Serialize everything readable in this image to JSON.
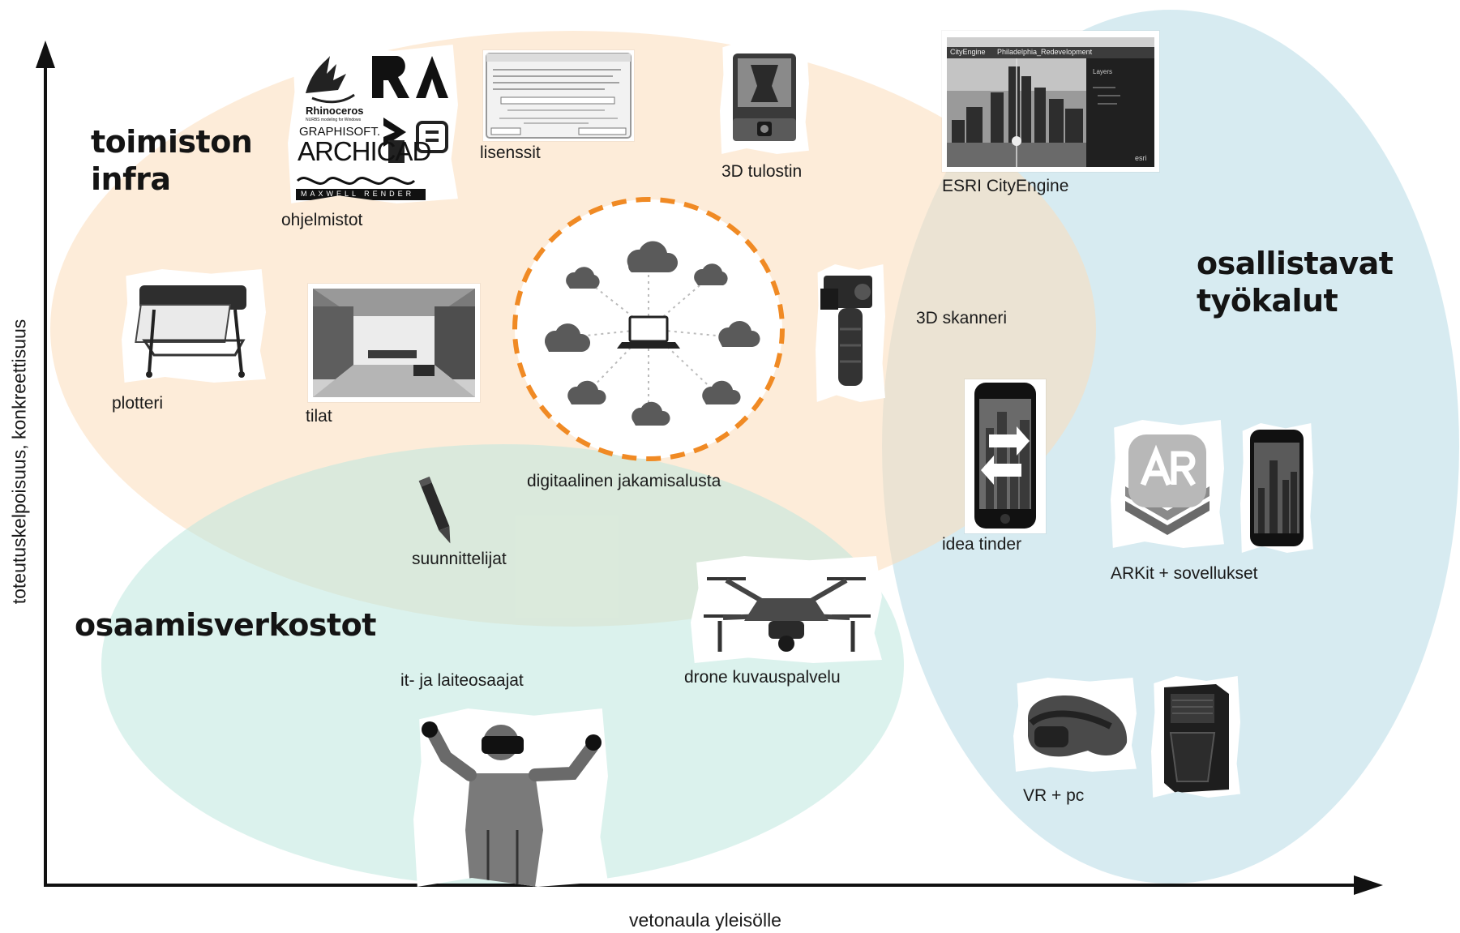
{
  "groups": {
    "toimiston_infra": {
      "line1": "toimiston",
      "line2": "infra"
    },
    "osaamisverkostot": {
      "title": "osaamisverkostot"
    },
    "osallistavat_tyokalut": {
      "line1": "osallistavat",
      "line2": "työkalut"
    }
  },
  "axes": {
    "x_label": "vetonaula yleisölle",
    "y_label": "toteutuskelpoisuus, konkreettisuus"
  },
  "items": {
    "ohjelmistot": "ohjelmistot",
    "lisenssit": "lisenssit",
    "tulostin": "3D tulostin",
    "cityengine": "ESRI CityEngine",
    "plotteri": "plotteri",
    "tilat": "tilat",
    "jakamisalusta": "digitaalinen jakamisalusta",
    "skanneri": "3D skanneri",
    "tinder": "idea tinder",
    "arkit": "ARKit + sovellukset",
    "suunnittelijat": "suunnittelijat",
    "drone": "drone kuvauspalvelu",
    "it": "it- ja laiteosaajat",
    "vr": "VR + pc"
  },
  "software_logos": {
    "rhino": "Rhinoceros",
    "rhino_sub": "NURBS modeling for Windows",
    "graphisoft": "GRAPHISOFT.",
    "archicad": "ARCHICAD",
    "maxwell": "MAXWELL RENDER"
  },
  "cityengine_ui": {
    "app": "CityEngine",
    "scene": "Philadelphia_Redevelopment",
    "panel": "Layers",
    "brand": "esri"
  },
  "colors": {
    "infra_blob": "#fcdcb9",
    "network_blob": "#bee8de",
    "tools_blob": "#bcdee8",
    "platform_ring": "#f08a24"
  }
}
